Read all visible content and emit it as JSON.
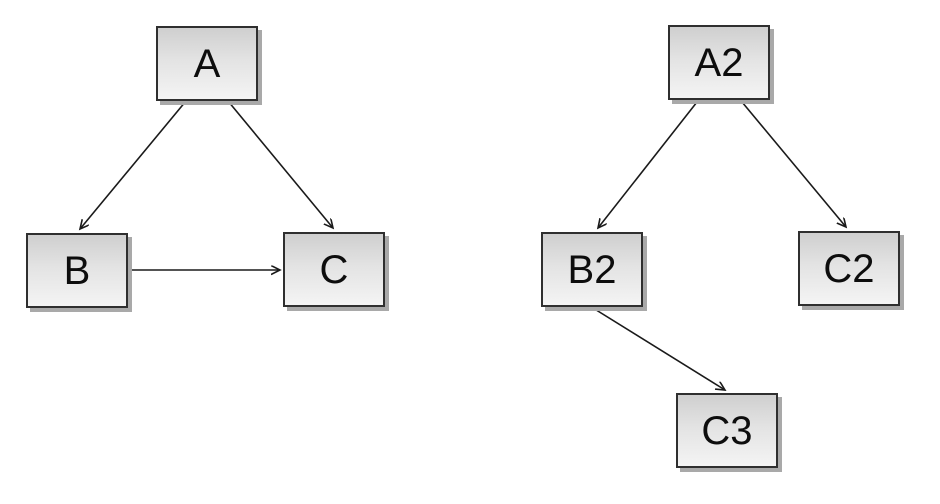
{
  "diagram": {
    "background_color": "#ffffff",
    "node_style": {
      "fill_top": "#cfcfcf",
      "fill_bottom": "#f4f4f4",
      "border_color": "#2f2f2f",
      "shadow_color": "#a9a9a9",
      "text_color": "#0d0d0d",
      "arrow_color": "#1a1a1a"
    },
    "graphs": [
      {
        "id": "left",
        "nodes": [
          {
            "id": "A",
            "label": "A"
          },
          {
            "id": "B",
            "label": "B"
          },
          {
            "id": "C",
            "label": "C"
          }
        ],
        "edges": [
          {
            "from": "A",
            "to": "B"
          },
          {
            "from": "A",
            "to": "C"
          },
          {
            "from": "B",
            "to": "C"
          }
        ]
      },
      {
        "id": "right",
        "nodes": [
          {
            "id": "A2",
            "label": "A2"
          },
          {
            "id": "B2",
            "label": "B2"
          },
          {
            "id": "C2",
            "label": "C2"
          },
          {
            "id": "C3",
            "label": "C3"
          }
        ],
        "edges": [
          {
            "from": "A2",
            "to": "B2"
          },
          {
            "from": "A2",
            "to": "C2"
          },
          {
            "from": "B2",
            "to": "C3"
          }
        ]
      }
    ]
  }
}
